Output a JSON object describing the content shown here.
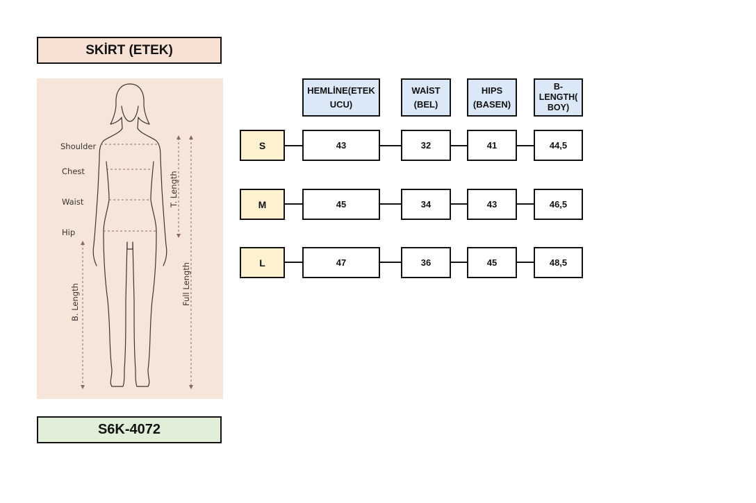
{
  "title": "SKİRT (ETEK)",
  "product_code": "S6K-4072",
  "figure": {
    "labels": {
      "shoulder": "Shoulder",
      "chest": "Chest",
      "waist": "Waist",
      "hip": "Hip",
      "t_length": "T. Length",
      "b_length": "B. Length",
      "full_length": "Full Length"
    }
  },
  "table": {
    "headers": [
      "HEMLİNE(ETEK UCU)",
      "WAİST (BEL)",
      "HIPS (BASEN)",
      "B-LENGTH( BOY)"
    ],
    "rows": [
      {
        "size": "S",
        "values": [
          "43",
          "32",
          "41",
          "44,5"
        ]
      },
      {
        "size": "M",
        "values": [
          "45",
          "34",
          "43",
          "46,5"
        ]
      },
      {
        "size": "L",
        "values": [
          "47",
          "36",
          "45",
          "48,5"
        ]
      }
    ]
  }
}
